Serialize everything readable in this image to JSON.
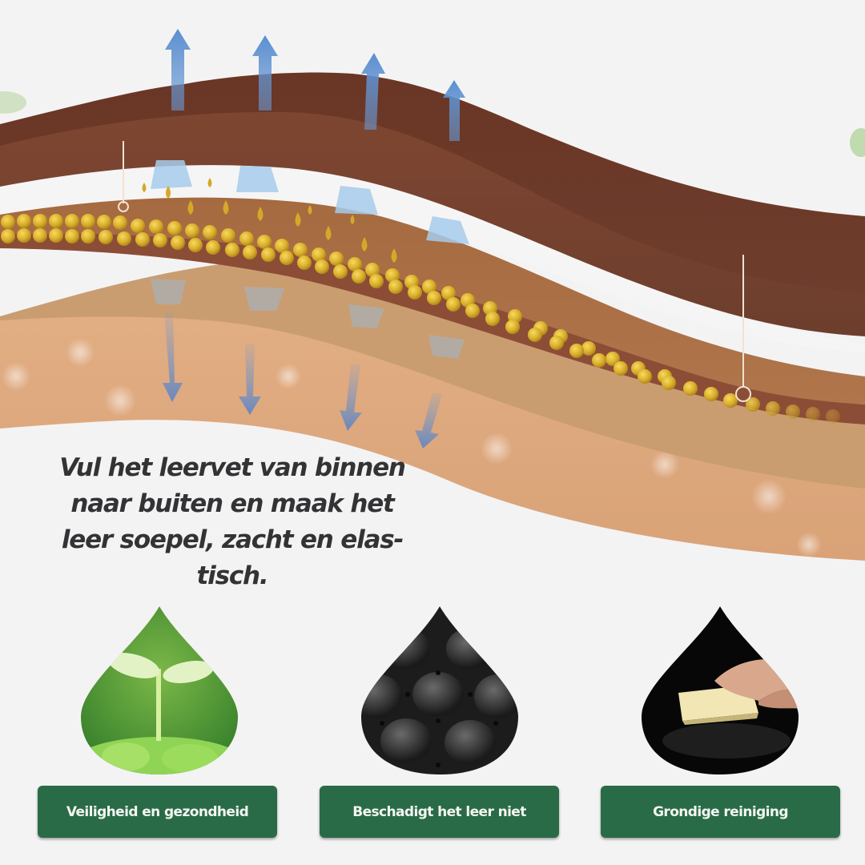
{
  "headline": {
    "lines": [
      "Vul het leervet van binnen",
      "naar buiten en maak het",
      "leer soepel, zacht en elas-",
      "tisch."
    ],
    "color": "#333234"
  },
  "illustration": {
    "subject": "leather-layers-cross-section",
    "arrows_up_count": 4,
    "arrows_down_count": 4,
    "colors": {
      "background": "#f4f3f4",
      "top_layer": "#6e3a27",
      "second_layer": "#7c4430",
      "fat_layer": "#a86c42",
      "oil_droplets": "#d9ae2a",
      "middle_tan": "#c79a6e",
      "bottom_skin": "#dca67e",
      "arrow_blue": "#5a8fd2",
      "arrow_blue_faded": "#9fc4e6"
    }
  },
  "features": [
    {
      "icon": "seedling-drop-icon",
      "label": "Veiligheid en gezondheid"
    },
    {
      "icon": "leather-drop-icon",
      "label": "Beschadigt het leer niet"
    },
    {
      "icon": "sponge-cleaning-drop-icon",
      "label": "Grondige reiniging"
    }
  ],
  "badge_color": "#2a6b47"
}
